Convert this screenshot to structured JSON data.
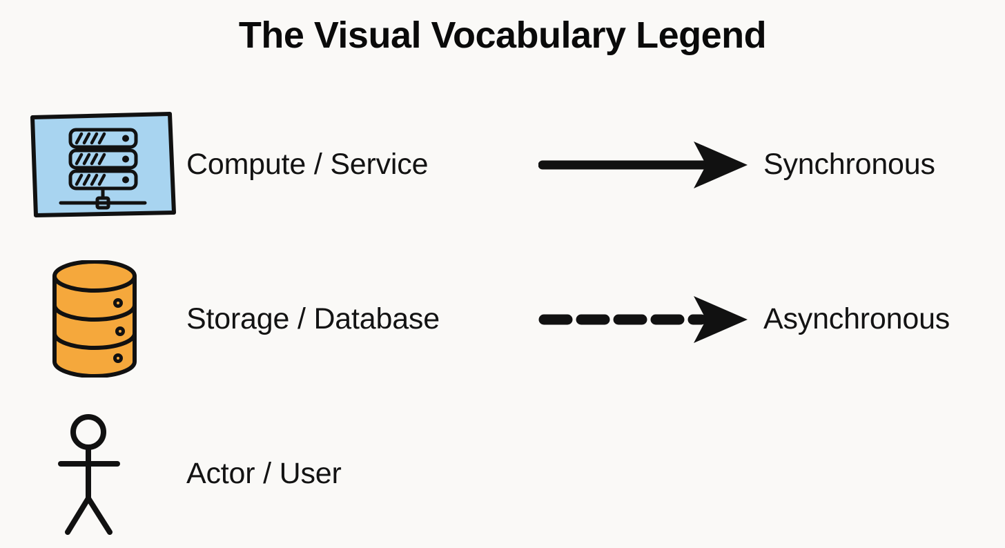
{
  "title": "The Visual Vocabulary Legend",
  "colors": {
    "background": "#faf9f7",
    "ink": "#111111",
    "compute_fill": "#a8d4f0",
    "storage_fill": "#f5a83c",
    "text": "#131313"
  },
  "legend": {
    "rows": [
      {
        "id": "compute",
        "symbol_icon": "server-rack-icon",
        "symbol_label": "Compute / Service",
        "connector_icon": "solid-arrow-icon",
        "connector_label": "Synchronous",
        "connector_style": "solid"
      },
      {
        "id": "storage",
        "symbol_icon": "database-cylinder-icon",
        "symbol_label": "Storage / Database",
        "connector_icon": "dashed-arrow-icon",
        "connector_label": "Asynchronous",
        "connector_style": "dashed"
      },
      {
        "id": "actor",
        "symbol_icon": "stick-figure-icon",
        "symbol_label": "Actor / User",
        "connector_icon": null,
        "connector_label": null,
        "connector_style": null
      }
    ]
  }
}
